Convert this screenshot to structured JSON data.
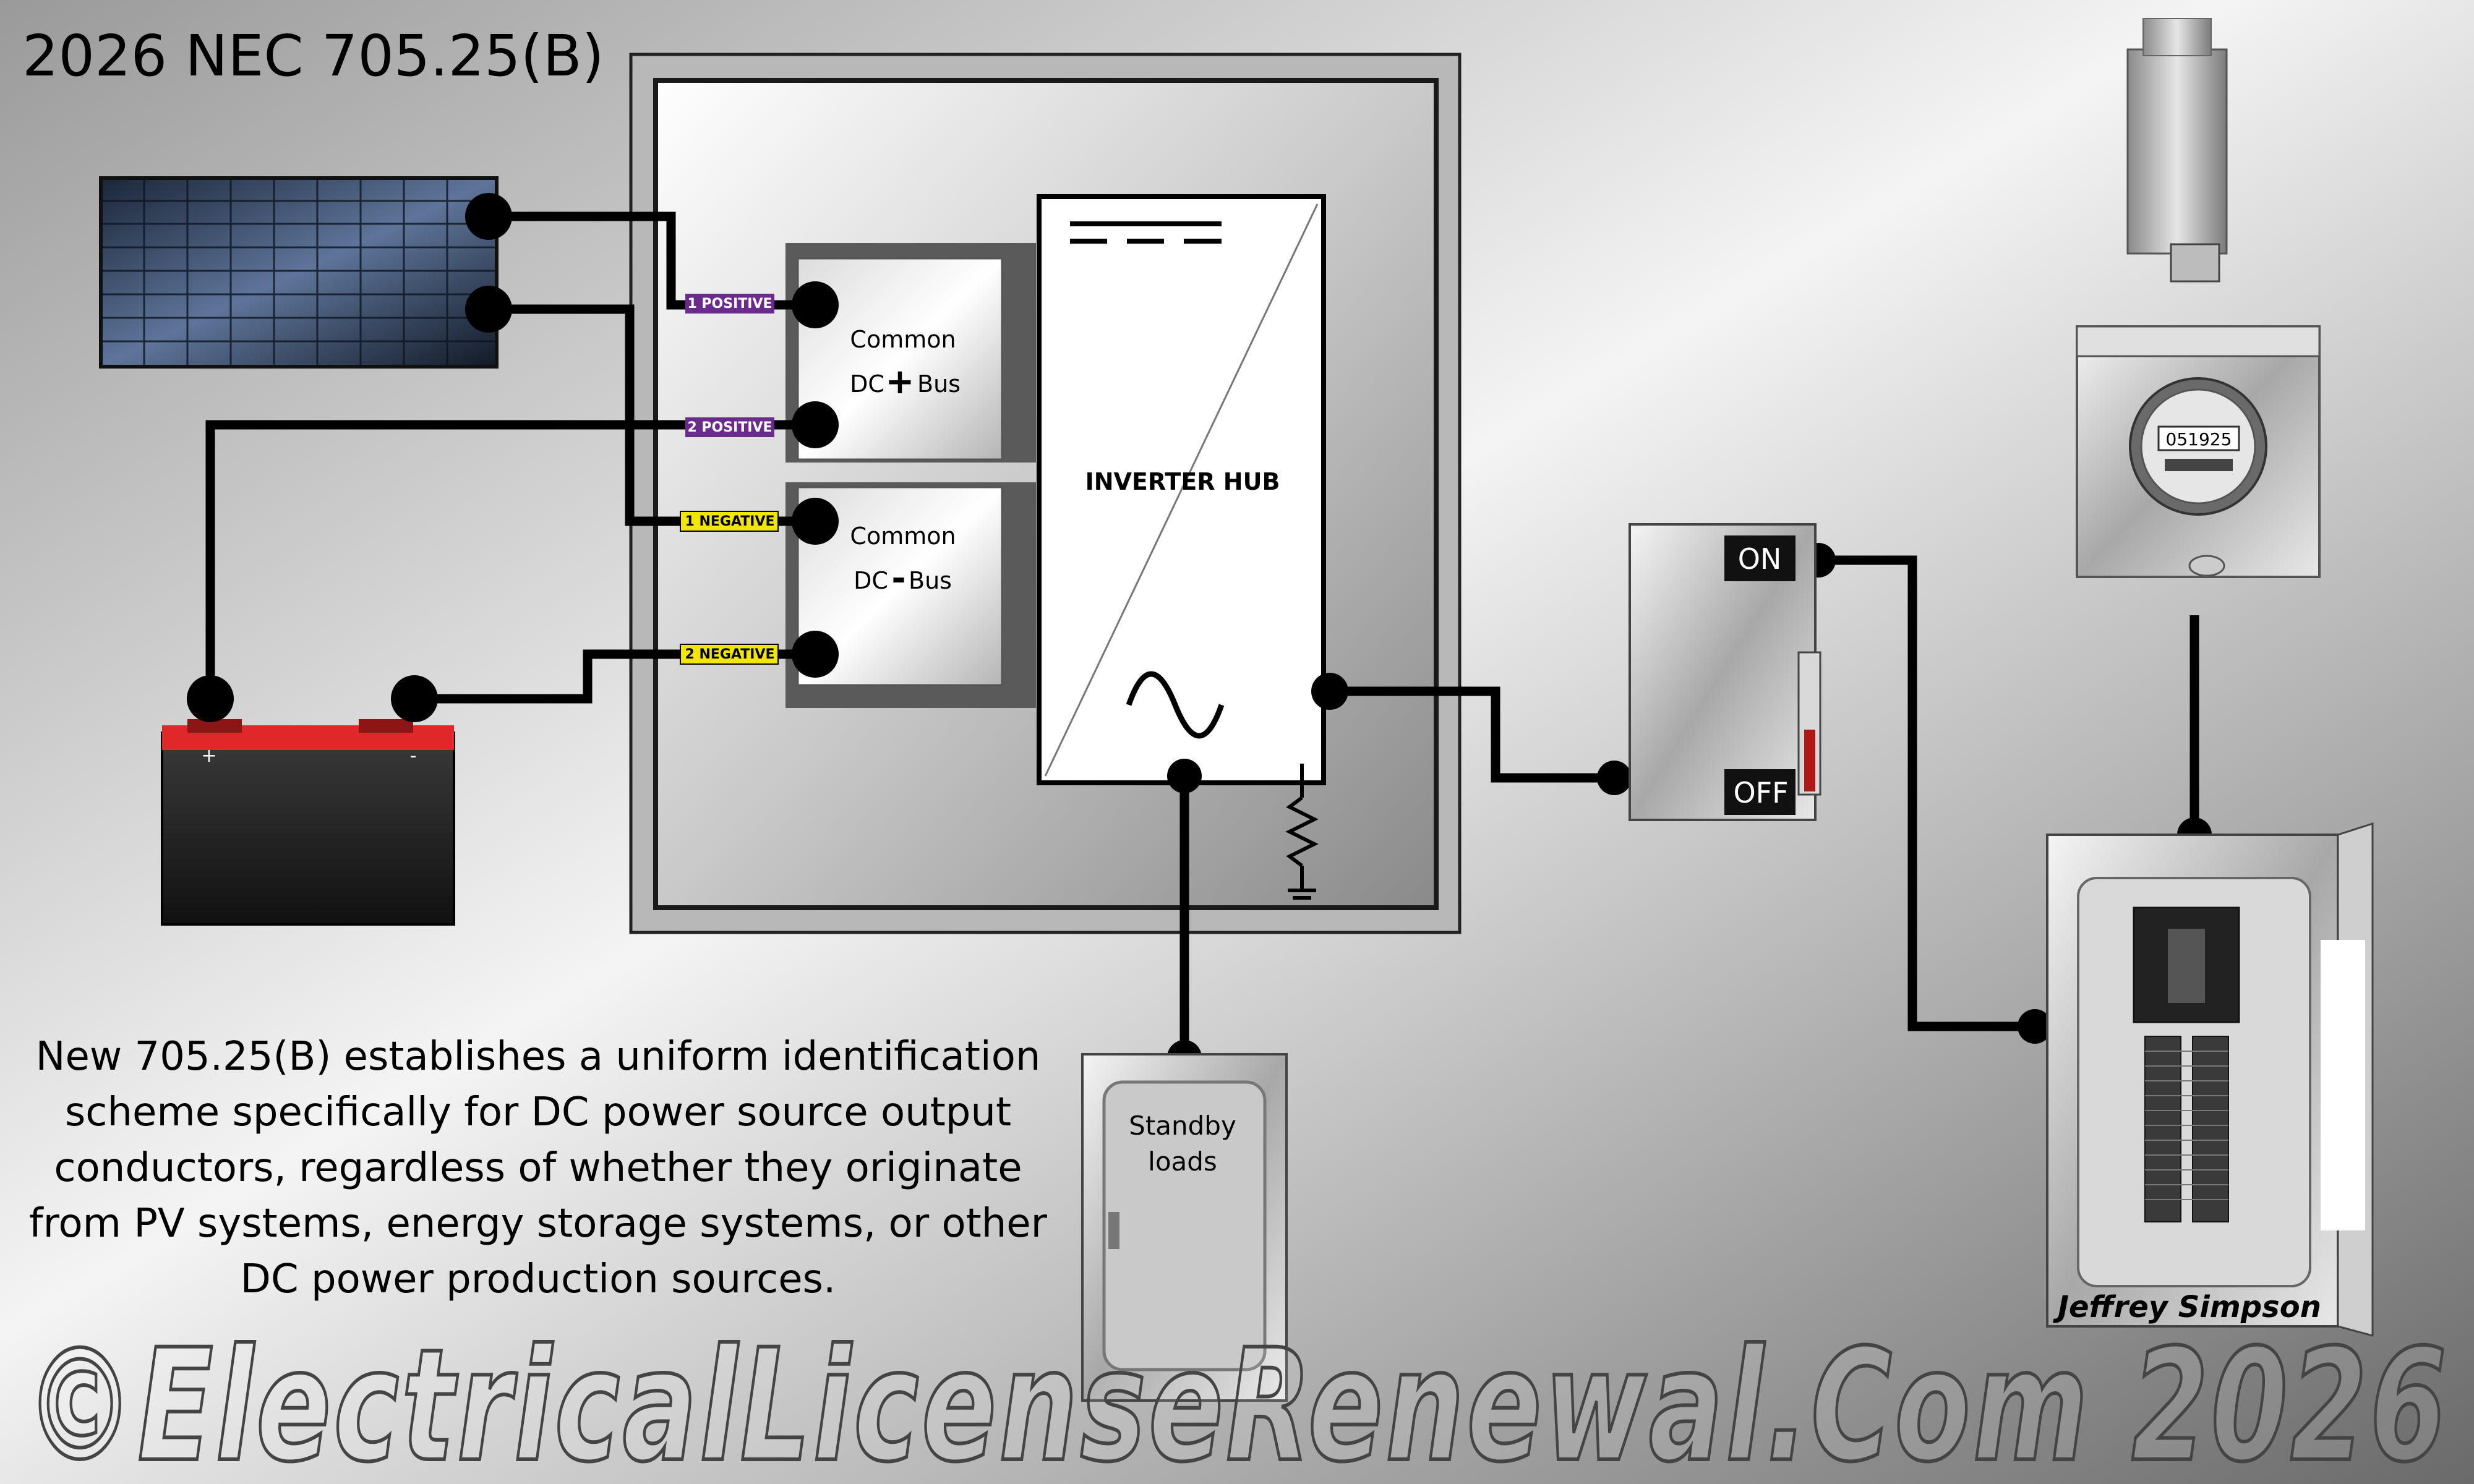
{
  "title": "2026 NEC 705.25(B)",
  "description_lines": [
    "New 705.25(B) establishes a uniform identification",
    "scheme specifically for DC power source output",
    "conductors, regardless of whether they originate",
    "from PV systems, energy storage systems, or other",
    "DC power production sources."
  ],
  "bus_positive": {
    "line1": "Common",
    "line2": "DC",
    "symbol": "+",
    "line2b": "Bus"
  },
  "bus_negative": {
    "line1": "Common",
    "line2": "DC",
    "symbol": "-",
    "line2b": "Bus"
  },
  "inverter_label": "INVERTER HUB",
  "tags": {
    "pos1": "1 POSITIVE",
    "pos2": "2 POSITIVE",
    "neg1": "1 NEGATIVE",
    "neg2": "2 NEGATIVE"
  },
  "battery": {
    "plus": "+",
    "minus": "-"
  },
  "disconnect": {
    "on": "ON",
    "off": "OFF"
  },
  "meter_reading": "051925",
  "standby": {
    "line1": "Standby",
    "line2": "loads"
  },
  "signature": "Jeffrey Simpson",
  "watermark": "©ElectricalLicenseRenewal.Com 2026",
  "colors": {
    "positive_tag": "#6a2c8c",
    "negative_tag": "#f2e600",
    "battery_top": "#e0282a",
    "battery_body": "#1a1a1a",
    "conductor": "#000000"
  }
}
